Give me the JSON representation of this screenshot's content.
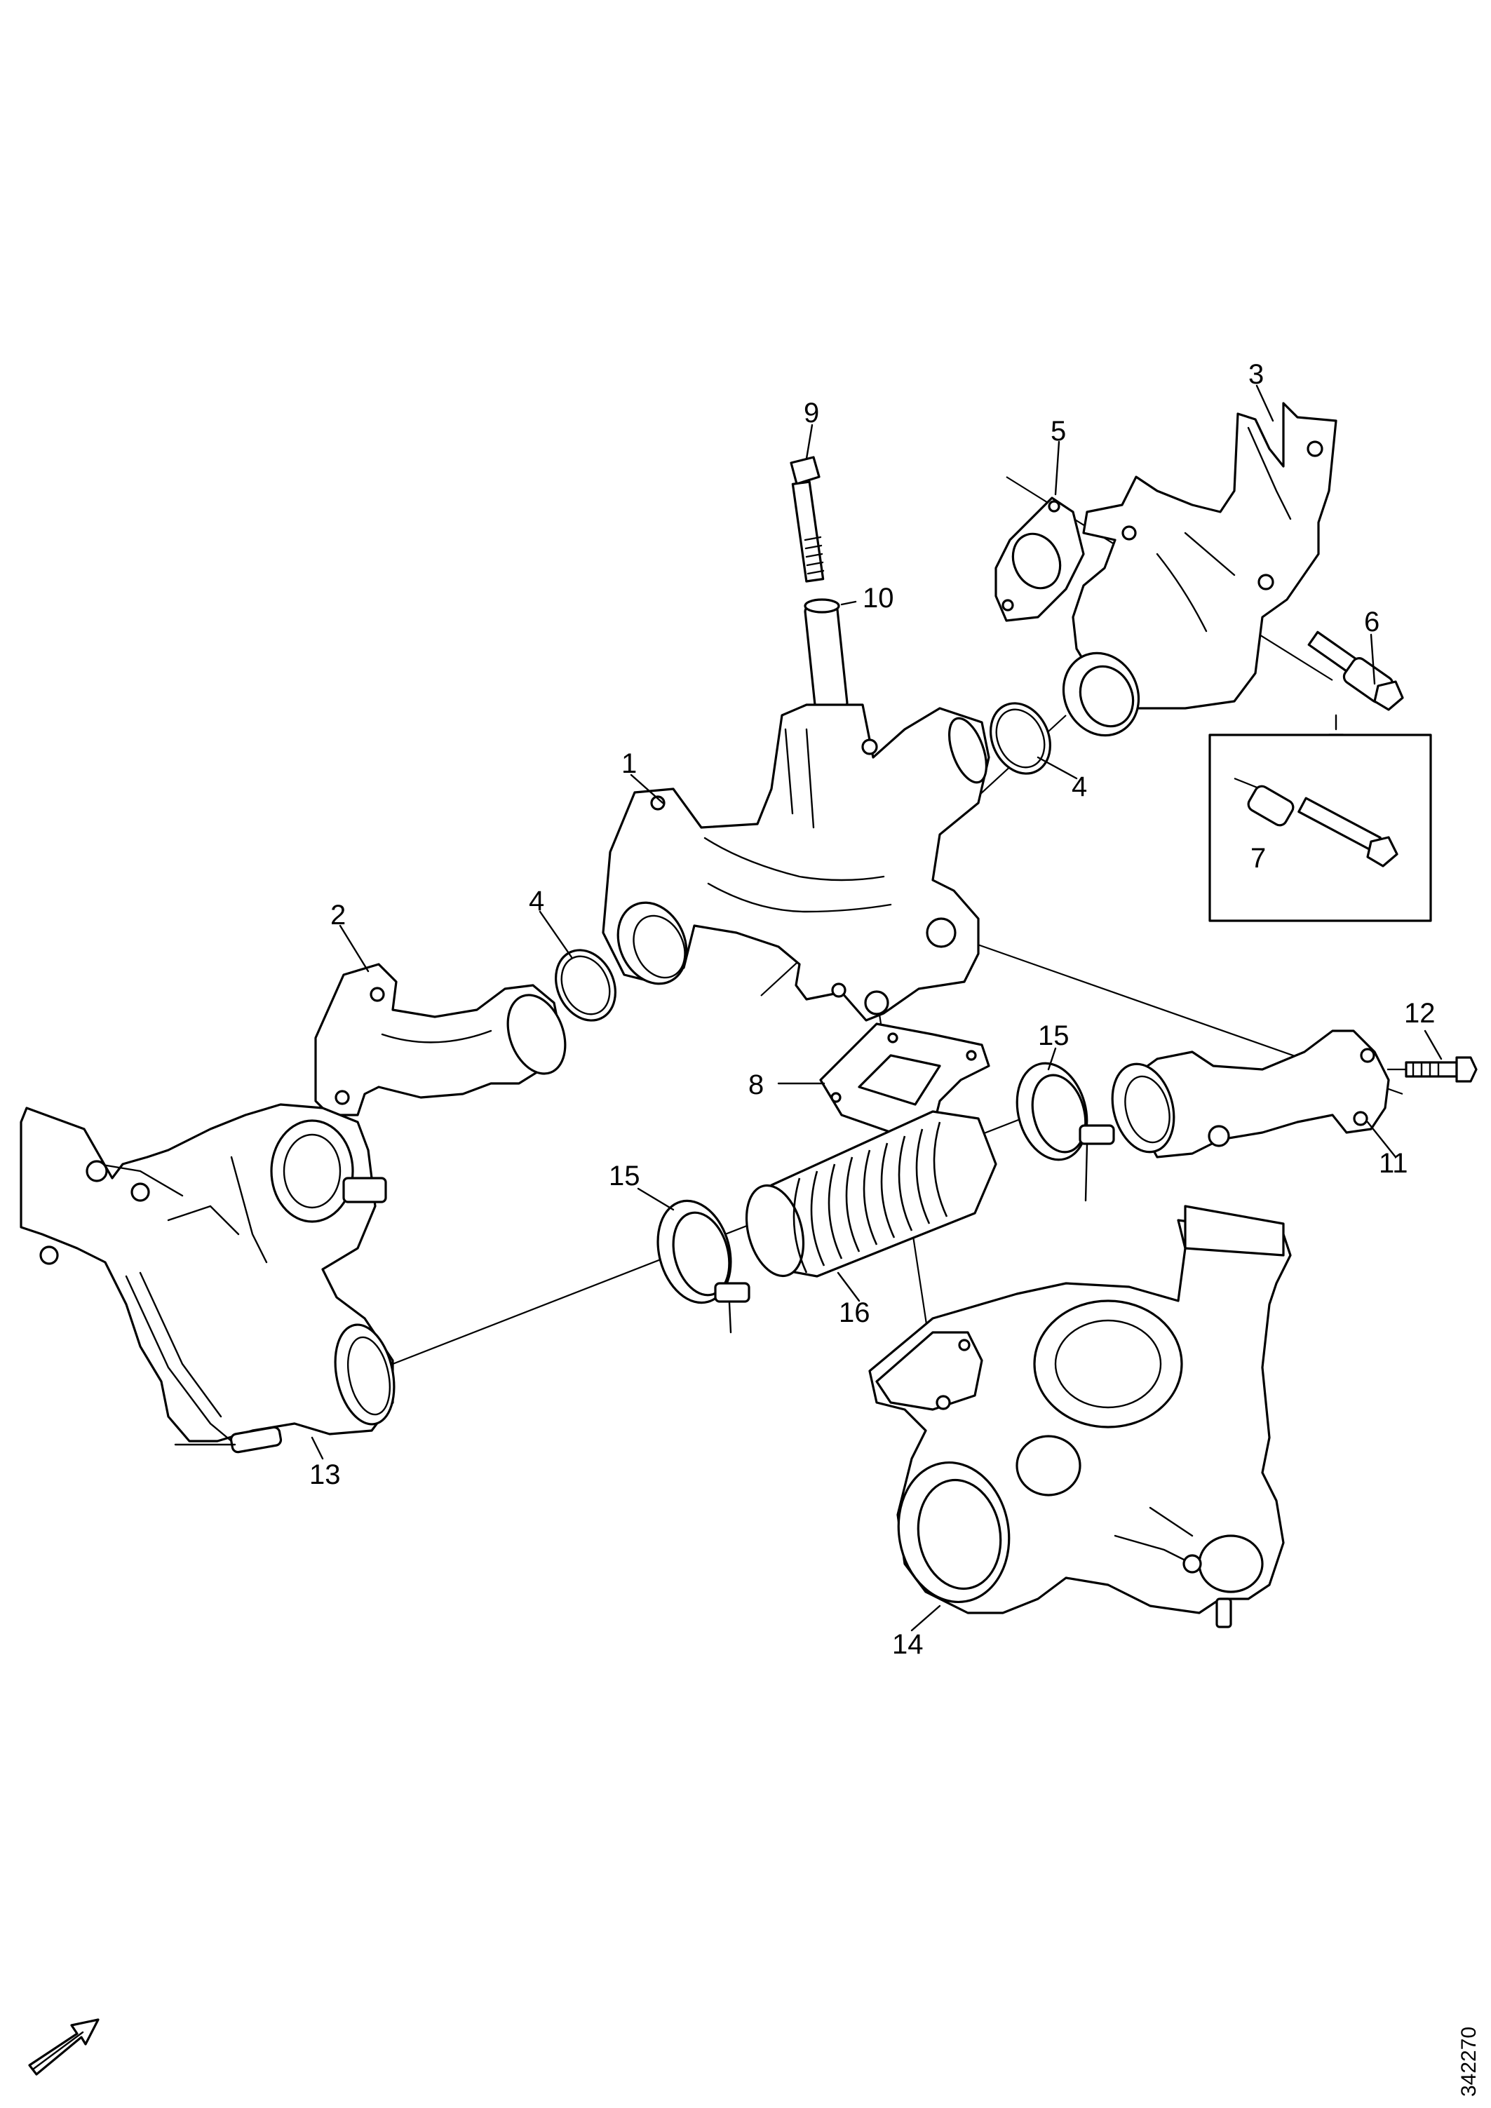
{
  "colors": {
    "ink": "#000000",
    "paper": "#ffffff"
  },
  "diagram": {
    "document_number": "342270",
    "callouts": {
      "p1": "1",
      "p2": "2",
      "p3": "3",
      "p4a": "4",
      "p4b": "4",
      "p5": "5",
      "p6": "6",
      "p7": "7",
      "p8": "8",
      "p9": "9",
      "p10": "10",
      "p11": "11",
      "p12": "12",
      "p13": "13",
      "p14": "14",
      "p15a": "15",
      "p15b": "15",
      "p16": "16"
    },
    "icons": {
      "orientation": "front-direction-arrow-icon"
    }
  }
}
